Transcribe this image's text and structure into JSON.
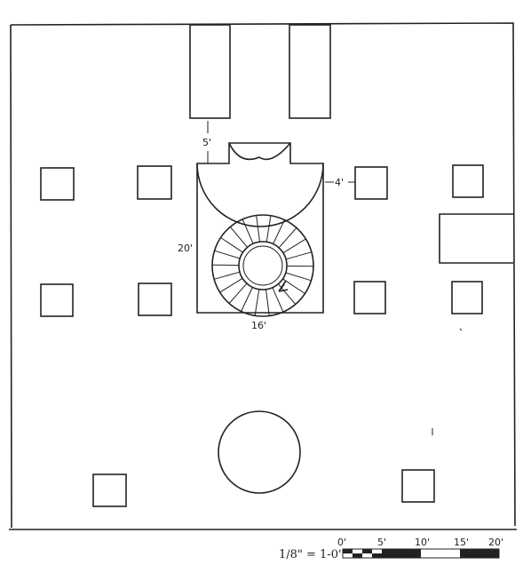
{
  "dimensions": {
    "top_gap": "5'",
    "right_gap": "4'",
    "room_height": "20'",
    "room_width": "16'"
  },
  "scale": {
    "label": "1/8\" = 1-0'",
    "ticks": [
      "0'",
      "5'",
      "10'",
      "15'",
      "20'"
    ]
  }
}
